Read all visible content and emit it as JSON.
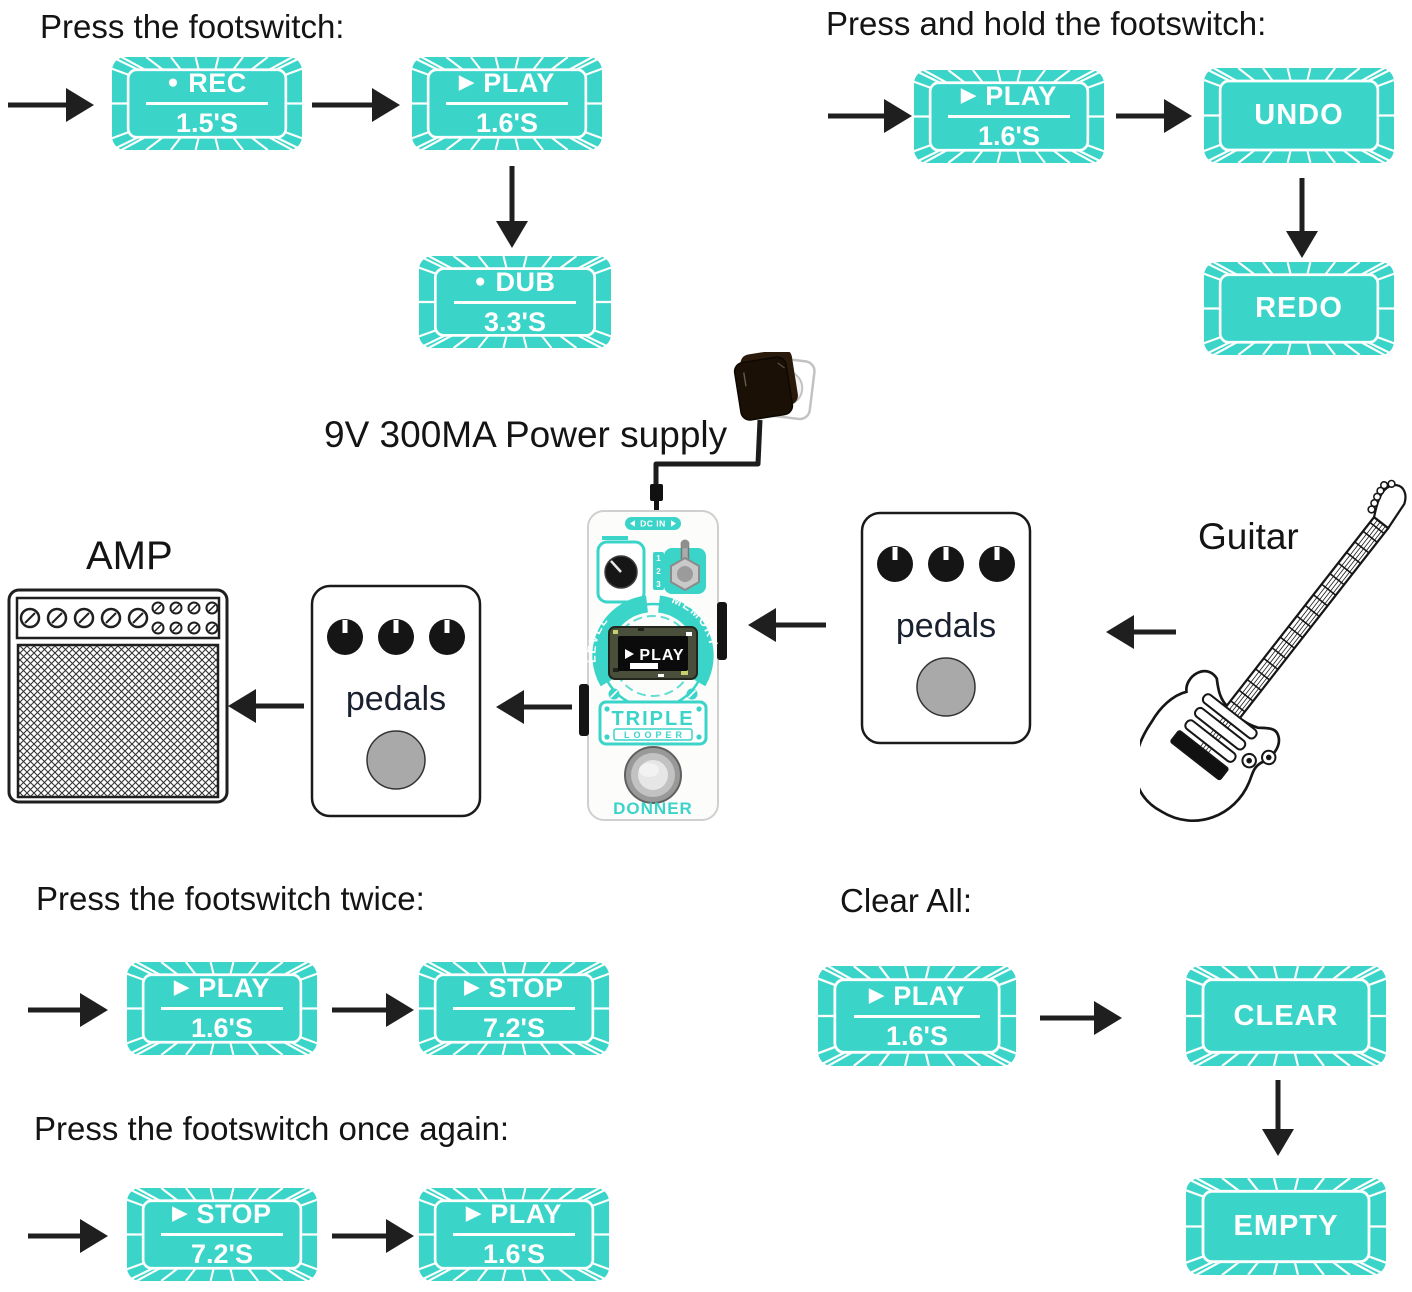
{
  "colors": {
    "teal": "#3BD4C9",
    "ink": "#1d1d1d"
  },
  "sections": {
    "press_single": {
      "title": "Press the footswitch:",
      "rec": {
        "icon": "●",
        "label": "REC",
        "time": "1.5'S"
      },
      "play": {
        "icon": "▶",
        "label": "PLAY",
        "time": "1.6'S"
      },
      "dub": {
        "icon": "●",
        "label": "DUB",
        "time": "3.3'S"
      }
    },
    "press_hold": {
      "title": "Press and hold the footswitch:",
      "play": {
        "icon": "▶",
        "label": "PLAY",
        "time": "1.6'S"
      },
      "undo": {
        "label": "UNDO"
      },
      "redo": {
        "label": "REDO"
      }
    },
    "press_twice": {
      "title": "Press the footswitch twice:",
      "play": {
        "icon": "▶",
        "label": "PLAY",
        "time": "1.6'S"
      },
      "stop": {
        "icon": "▶",
        "label": "STOP",
        "time": "7.2'S"
      }
    },
    "press_again": {
      "title": "Press the footswitch once again:",
      "stop": {
        "icon": "▶",
        "label": "STOP",
        "time": "7.2'S"
      },
      "play": {
        "icon": "▶",
        "label": "PLAY",
        "time": "1.6'S"
      }
    },
    "clear_all": {
      "title": "Clear All:",
      "play": {
        "icon": "▶",
        "label": "PLAY",
        "time": "1.6'S"
      },
      "clear": {
        "label": "CLEAR"
      },
      "empty": {
        "label": "EMPTY"
      }
    }
  },
  "center": {
    "power_label": "9V 300MA Power supply",
    "amp_label": "AMP",
    "guitar_label": "Guitar",
    "pedals_left_label": "pedals",
    "pedals_right_label": "pedals",
    "device": {
      "dc_in": "DC IN",
      "ch1": "1",
      "ch2": "2",
      "ch3": "3",
      "level": "LEVEL",
      "memory": "MEMORY",
      "display_status": "PLAY",
      "model_line1": "TRIPLE",
      "model_line2": "LOOPER",
      "brand": "DONNER"
    }
  }
}
